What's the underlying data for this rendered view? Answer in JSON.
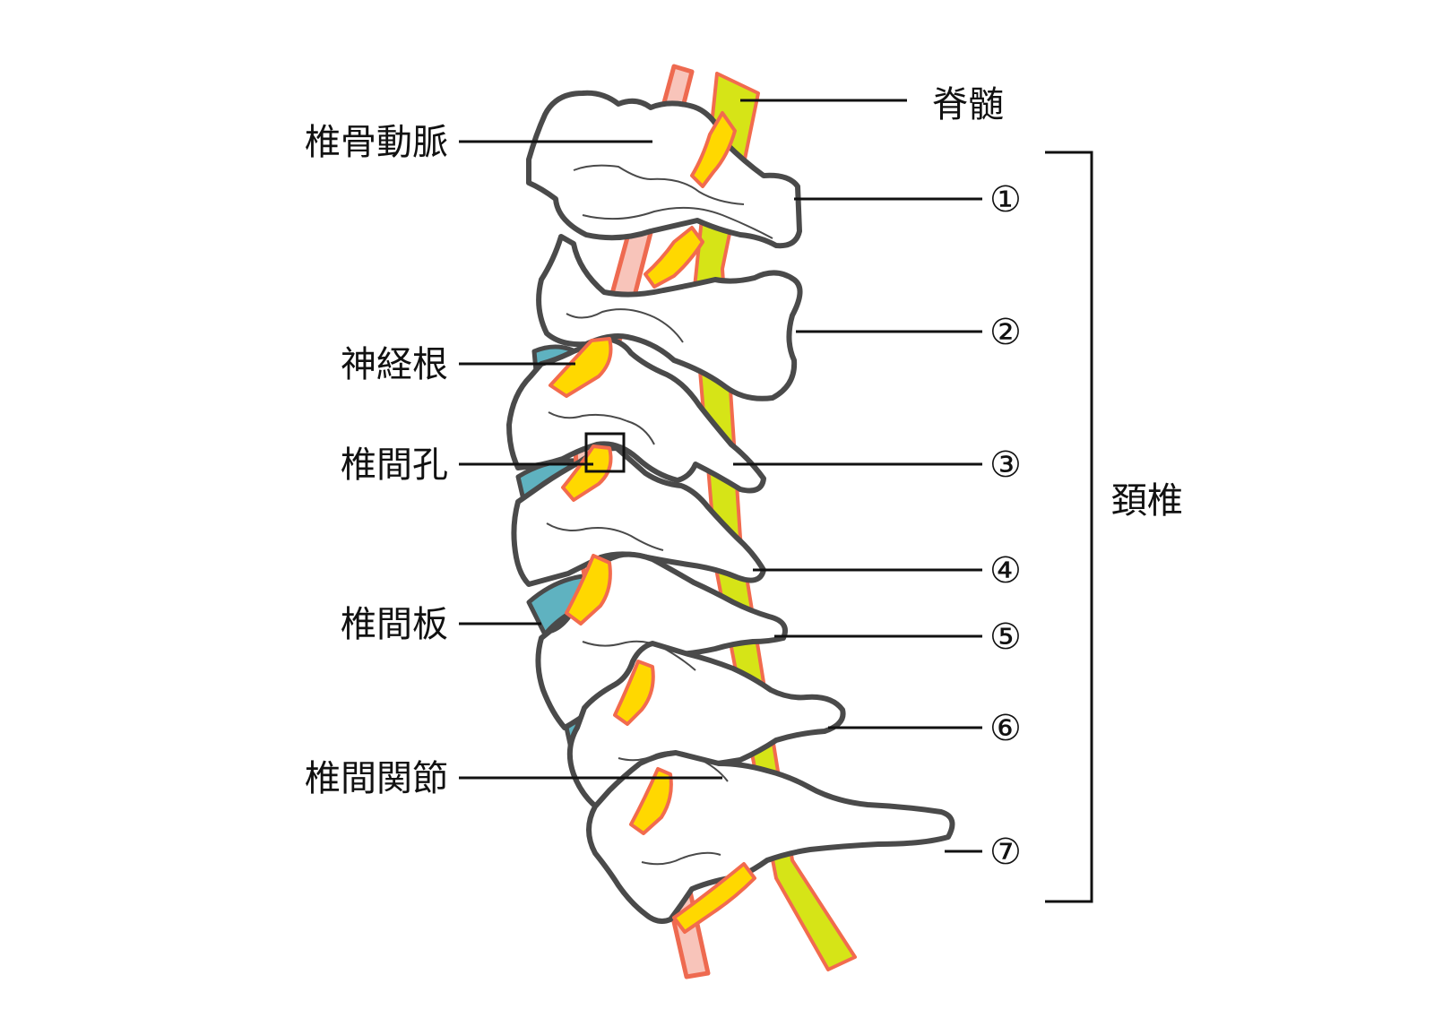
{
  "title": "頚椎",
  "colors": {
    "bone_fill": "#ffffff",
    "bone_outline": "#4a4a4a",
    "disc": "#5fb2c0",
    "artery_fill": "#f8c4ba",
    "artery_outline": "#ee6a50",
    "cord": "#d6e417",
    "nerve_fill": "#ffd800",
    "nerve_outline": "#f26b4e",
    "leader": "#111111"
  },
  "labels": {
    "spinal_cord": "脊髄",
    "vertebral_artery": "椎骨動脈",
    "nerve_root": "神経根",
    "intervertebral_foramen": "椎間孔",
    "intervertebral_disc": "椎間板",
    "facet_joint": "椎間関節",
    "cervical_spine": "頚椎"
  },
  "vertebrae": [
    "①",
    "②",
    "③",
    "④",
    "⑤",
    "⑥",
    "⑦"
  ]
}
